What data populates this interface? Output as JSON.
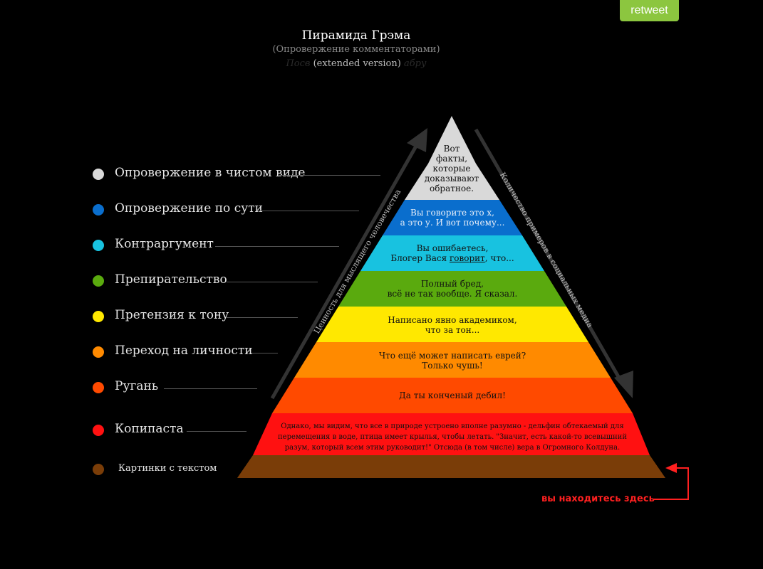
{
  "retweet_label": "retweet",
  "header": {
    "title": "Пирамида Грэма",
    "subtitle": "(Опровержение комментаторами)",
    "ghost_left": "Посв",
    "version": "(extended version)",
    "ghost_right": "абру"
  },
  "legend": [
    {
      "label": "Опровержение в чистом виде",
      "color": "#d9d9d9"
    },
    {
      "label": "Опровержение по сути",
      "color": "#0a6ecd"
    },
    {
      "label": "Контраргумент",
      "color": "#18c2e0"
    },
    {
      "label": "Препирательство",
      "color": "#5aaa0e"
    },
    {
      "label": "Претензия к тону",
      "color": "#ffe800"
    },
    {
      "label": "Переход на личности",
      "color": "#ff8a00"
    },
    {
      "label": "Ругань",
      "color": "#ff4a00"
    },
    {
      "label": "Копипаста",
      "color": "#ff1111"
    },
    {
      "label": "Картинки с текстом",
      "color": "#7a3d08"
    }
  ],
  "layers": [
    {
      "color": "#d9d9d9",
      "text": [
        "Вот",
        "факты,",
        "которые",
        "доказывают",
        "обратное."
      ]
    },
    {
      "color": "#0a6ecd",
      "text": [
        "Вы говорите это х,",
        "а это у. И вот почему..."
      ]
    },
    {
      "color": "#18c2e0",
      "text_a": "Вы ошибаетесь,",
      "text_b1": "Блогер Вася ",
      "text_link": "говорит",
      "text_b2": ", что..."
    },
    {
      "color": "#5aaa0e",
      "text": [
        "Полный бред,",
        "всё не так вообще. Я сказал."
      ]
    },
    {
      "color": "#ffe800",
      "text": [
        "Написано явно академиком,",
        "что за тон..."
      ]
    },
    {
      "color": "#ff8a00",
      "text": [
        "Что ещё может написать еврей?",
        "Только чушь!"
      ]
    },
    {
      "color": "#ff4a00",
      "text": [
        "Да ты конченый дебил!"
      ]
    },
    {
      "color": "#ff1111",
      "text": [
        "Однако, мы видим, что все в природе устроено вполне разумно - дельфин обтекаемый для",
        "перемещения в воде, птица имеет крылья, чтобы летать. \"Значит, есть какой-то всевышний",
        "разум, который всем этим руководит!\" Отсюда (в том числе) вера в Огромного Колдуна."
      ]
    },
    {
      "color": "#7a3d08",
      "text": []
    }
  ],
  "left_axis_label": "Ценность для мыслящего человечества",
  "right_axis_label": "Количество примеров в социальных медиа",
  "you_are_here": "вы находитесь здесь"
}
